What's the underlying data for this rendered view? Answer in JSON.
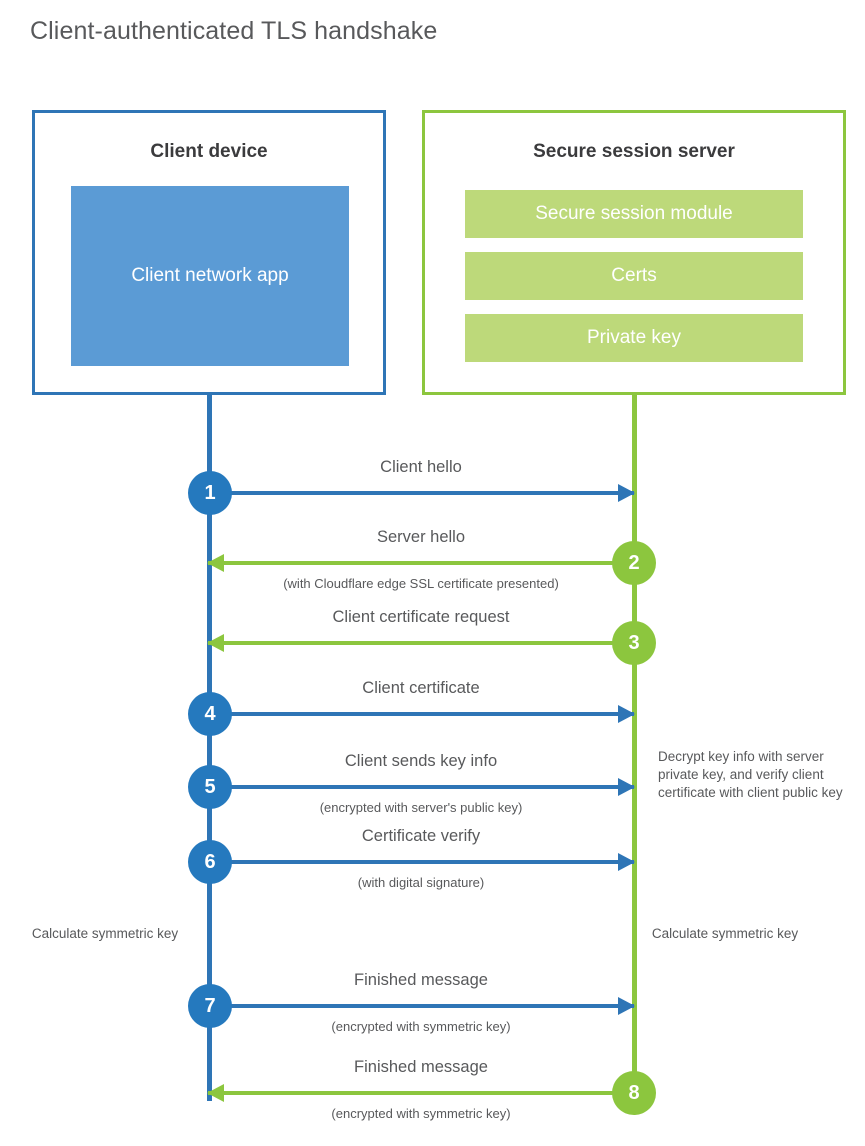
{
  "page": {
    "title": "Client-authenticated TLS handshake"
  },
  "colors": {
    "client_blue": "#2e75b6",
    "client_badge_blue": "#2579be",
    "client_app_blue": "#5b9bd5",
    "server_green": "#8cc63e",
    "server_chip_green": "#bdd97a",
    "text_gray": "#58595b"
  },
  "parties": {
    "client": {
      "title": "Client device",
      "blocks": [
        {
          "label": "Client network app"
        }
      ]
    },
    "server": {
      "title": "Secure session server",
      "blocks": [
        {
          "label": "Secure session module"
        },
        {
          "label": "Certs"
        },
        {
          "label": "Private key"
        }
      ]
    }
  },
  "notes": {
    "decrypt_note": "Decrypt key info with server private key, and verify client certificate with client public key",
    "client_calculate": "Calculate symmetric key",
    "server_calculate": "Calculate symmetric key"
  },
  "steps": [
    {
      "number": "1",
      "label": "Client hello",
      "sub": "",
      "direction": "client-to-server",
      "badge_side": "client"
    },
    {
      "number": "2",
      "label": "Server hello",
      "sub": "(with Cloudflare edge SSL certificate presented)",
      "direction": "server-to-client",
      "badge_side": "server"
    },
    {
      "number": "3",
      "label": "Client certificate request",
      "sub": "",
      "direction": "server-to-client",
      "badge_side": "server"
    },
    {
      "number": "4",
      "label": "Client certificate",
      "sub": "",
      "direction": "client-to-server",
      "badge_side": "client"
    },
    {
      "number": "5",
      "label": "Client sends key info",
      "sub": "(encrypted with server's public key)",
      "direction": "client-to-server",
      "badge_side": "client"
    },
    {
      "number": "6",
      "label": "Certificate verify",
      "sub": "(with digital signature)",
      "direction": "client-to-server",
      "badge_side": "client"
    },
    {
      "number": "7",
      "label": "Finished message",
      "sub": "(encrypted with symmetric key)",
      "direction": "client-to-server",
      "badge_side": "client"
    },
    {
      "number": "8",
      "label": "Finished message",
      "sub": "(encrypted with symmetric key)",
      "direction": "server-to-client",
      "badge_side": "server"
    }
  ]
}
